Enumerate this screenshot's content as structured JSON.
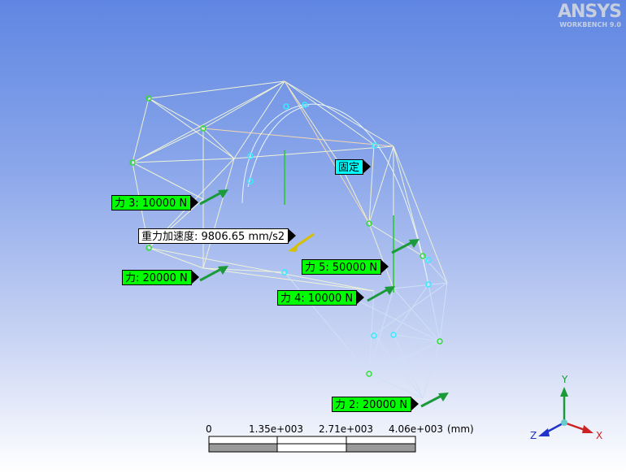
{
  "logo": {
    "brand": "ANSYS",
    "product": "WORKBENCH 9.0"
  },
  "labels": {
    "fixed": "固定",
    "force3": "力 3: 10000 N",
    "gravity": "重力加速度: 9806.65 mm/s2",
    "force1": "力: 20000 N",
    "force5": "力 5: 50000 N",
    "force4": "力 4: 10000 N",
    "force2": "力 2: 20000 N"
  },
  "scale_bar": {
    "ticks": [
      "0",
      "1.35e+003",
      "2.71e+003",
      "4.06e+003"
    ],
    "unit": "(mm)"
  },
  "triad": {
    "x": "X",
    "y": "Y",
    "z": "Z"
  },
  "colors": {
    "force_label": "#00ff00",
    "fixed_label": "#00ffff",
    "gravity_label": "#ffffff",
    "force_arrow": "#1a9a3a",
    "gravity_arrow": "#d8c000"
  }
}
